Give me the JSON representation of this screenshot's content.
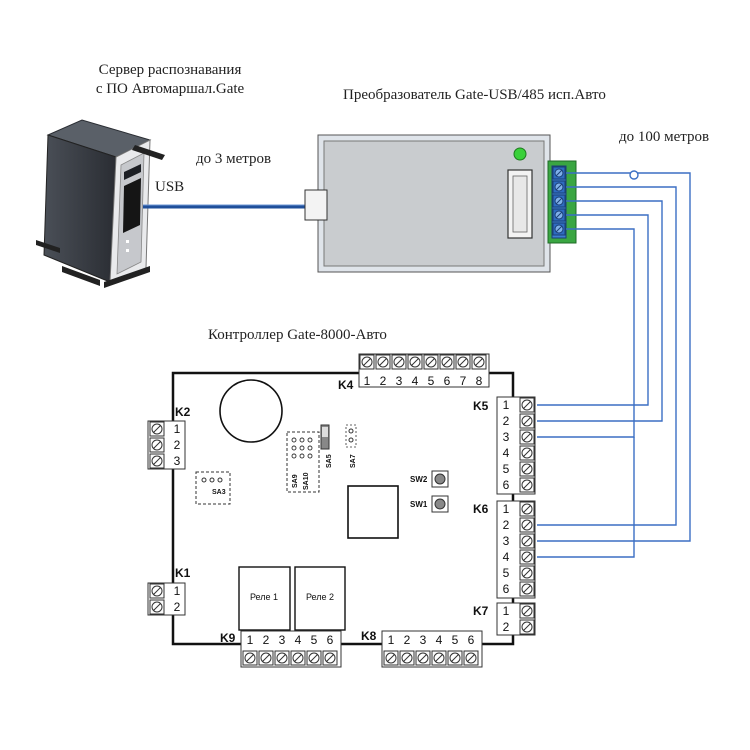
{
  "labels": {
    "server_line1": "Сервер распознавания",
    "server_line2": "с ПО Автомаршал.Gate",
    "converter": "Преобразователь Gate-USB/485 исп.Авто",
    "distance_short": "до 3 метров",
    "distance_long": "до 100 метров",
    "usb": "USB",
    "controller": "Контроллер Gate-8000-Авто"
  },
  "connectors": {
    "k1": {
      "name": "K1",
      "pins": [
        "1",
        "2"
      ]
    },
    "k2": {
      "name": "K2",
      "pins": [
        "1",
        "2",
        "3"
      ]
    },
    "k4": {
      "name": "K4",
      "pins": [
        "1",
        "2",
        "3",
        "4",
        "5",
        "6",
        "7",
        "8"
      ]
    },
    "k5": {
      "name": "K5",
      "pins": [
        "1",
        "2",
        "3",
        "4",
        "5",
        "6"
      ]
    },
    "k6": {
      "name": "K6",
      "pins": [
        "1",
        "2",
        "3",
        "4",
        "5",
        "6"
      ]
    },
    "k7": {
      "name": "K7",
      "pins": [
        "1",
        "2"
      ]
    },
    "k8": {
      "name": "K8",
      "pins": [
        "1",
        "2",
        "3",
        "4",
        "5",
        "6"
      ]
    },
    "k9": {
      "name": "K9",
      "pins": [
        "1",
        "2",
        "3",
        "4",
        "5",
        "6"
      ]
    }
  },
  "components": {
    "sa3": "SA3",
    "sa5": "SA5",
    "sa7": "SA7",
    "sa9": "SA9",
    "sa10": "SA10",
    "sw1": "SW1",
    "sw2": "SW2",
    "relay1": "Реле 1",
    "relay2": "Реле 2"
  },
  "colors": {
    "usb_cable": "#1f4f9a",
    "rs485_wire": "#3b6fc4",
    "converter_body": "#c9cccf",
    "converter_frame": "#dfe4ea",
    "terminal_green": "#3aa642",
    "terminal_blue": "#3d7fd1",
    "led": "#3ad13a"
  }
}
